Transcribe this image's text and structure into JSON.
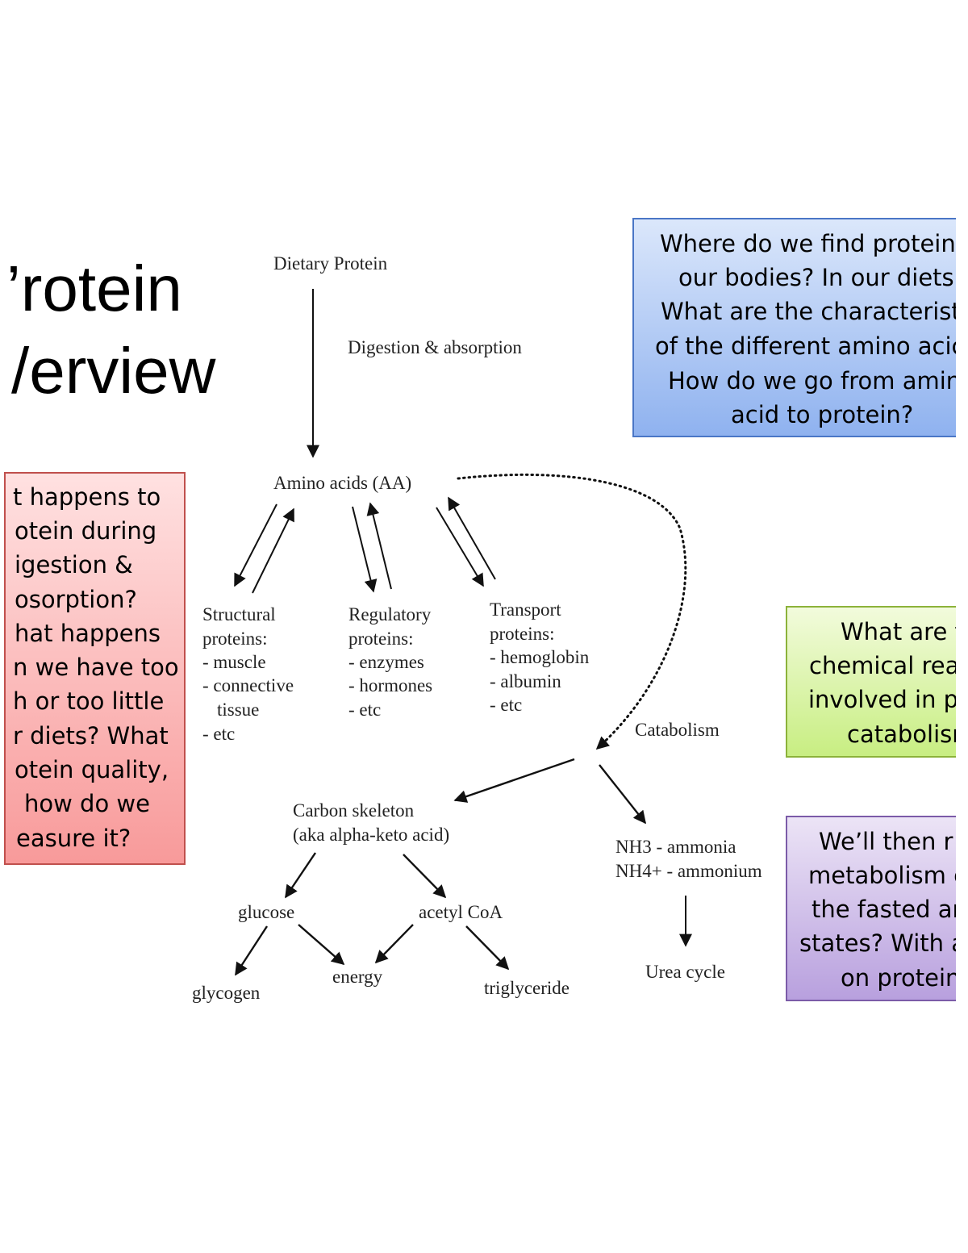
{
  "title": {
    "line1": "’rotein",
    "line2": "/erview"
  },
  "boxes": {
    "blue": [
      "Where do we find protein",
      "our bodies? In our diets",
      "What are the characterist",
      "of the different amino acic",
      "How do we go from amin",
      "acid to protein?"
    ],
    "red": [
      "t happens to",
      "otein during",
      "igestion &",
      "osorption?",
      "hat happens",
      "n we have too",
      "h or too little",
      "r diets? What",
      "otein quality,",
      "how do we",
      "easure it?"
    ],
    "green": [
      "What are t",
      "chemical rea",
      "involved in p",
      "catabolisr"
    ],
    "purple": [
      "We’ll then r",
      "metabolism c",
      "the fasted ar",
      "states? With a",
      "on protein"
    ]
  },
  "diagram": {
    "dietary_protein": "Dietary Protein",
    "digestion_absorption": "Digestion & absorption",
    "amino_acids": "Amino acids (AA)",
    "structural": [
      "Structural",
      "proteins:",
      "- muscle",
      "- connective",
      "tissue",
      "- etc"
    ],
    "regulatory": [
      "Regulatory",
      "proteins:",
      "- enzymes",
      "- hormones",
      "- etc"
    ],
    "transport": [
      "Transport",
      "proteins:",
      "- hemoglobin",
      "- albumin",
      "- etc"
    ],
    "catabolism": "Catabolism",
    "carbon_skeleton": [
      "Carbon skeleton",
      "(aka alpha-keto acid)"
    ],
    "nh3": "NH3 - ammonia",
    "nh4": "NH4+ - ammonium",
    "glucose": "glucose",
    "acetyl_coa": "acetyl CoA",
    "glycogen": "glycogen",
    "energy": "energy",
    "triglyceride": "triglyceride",
    "urea_cycle": "Urea cycle"
  }
}
